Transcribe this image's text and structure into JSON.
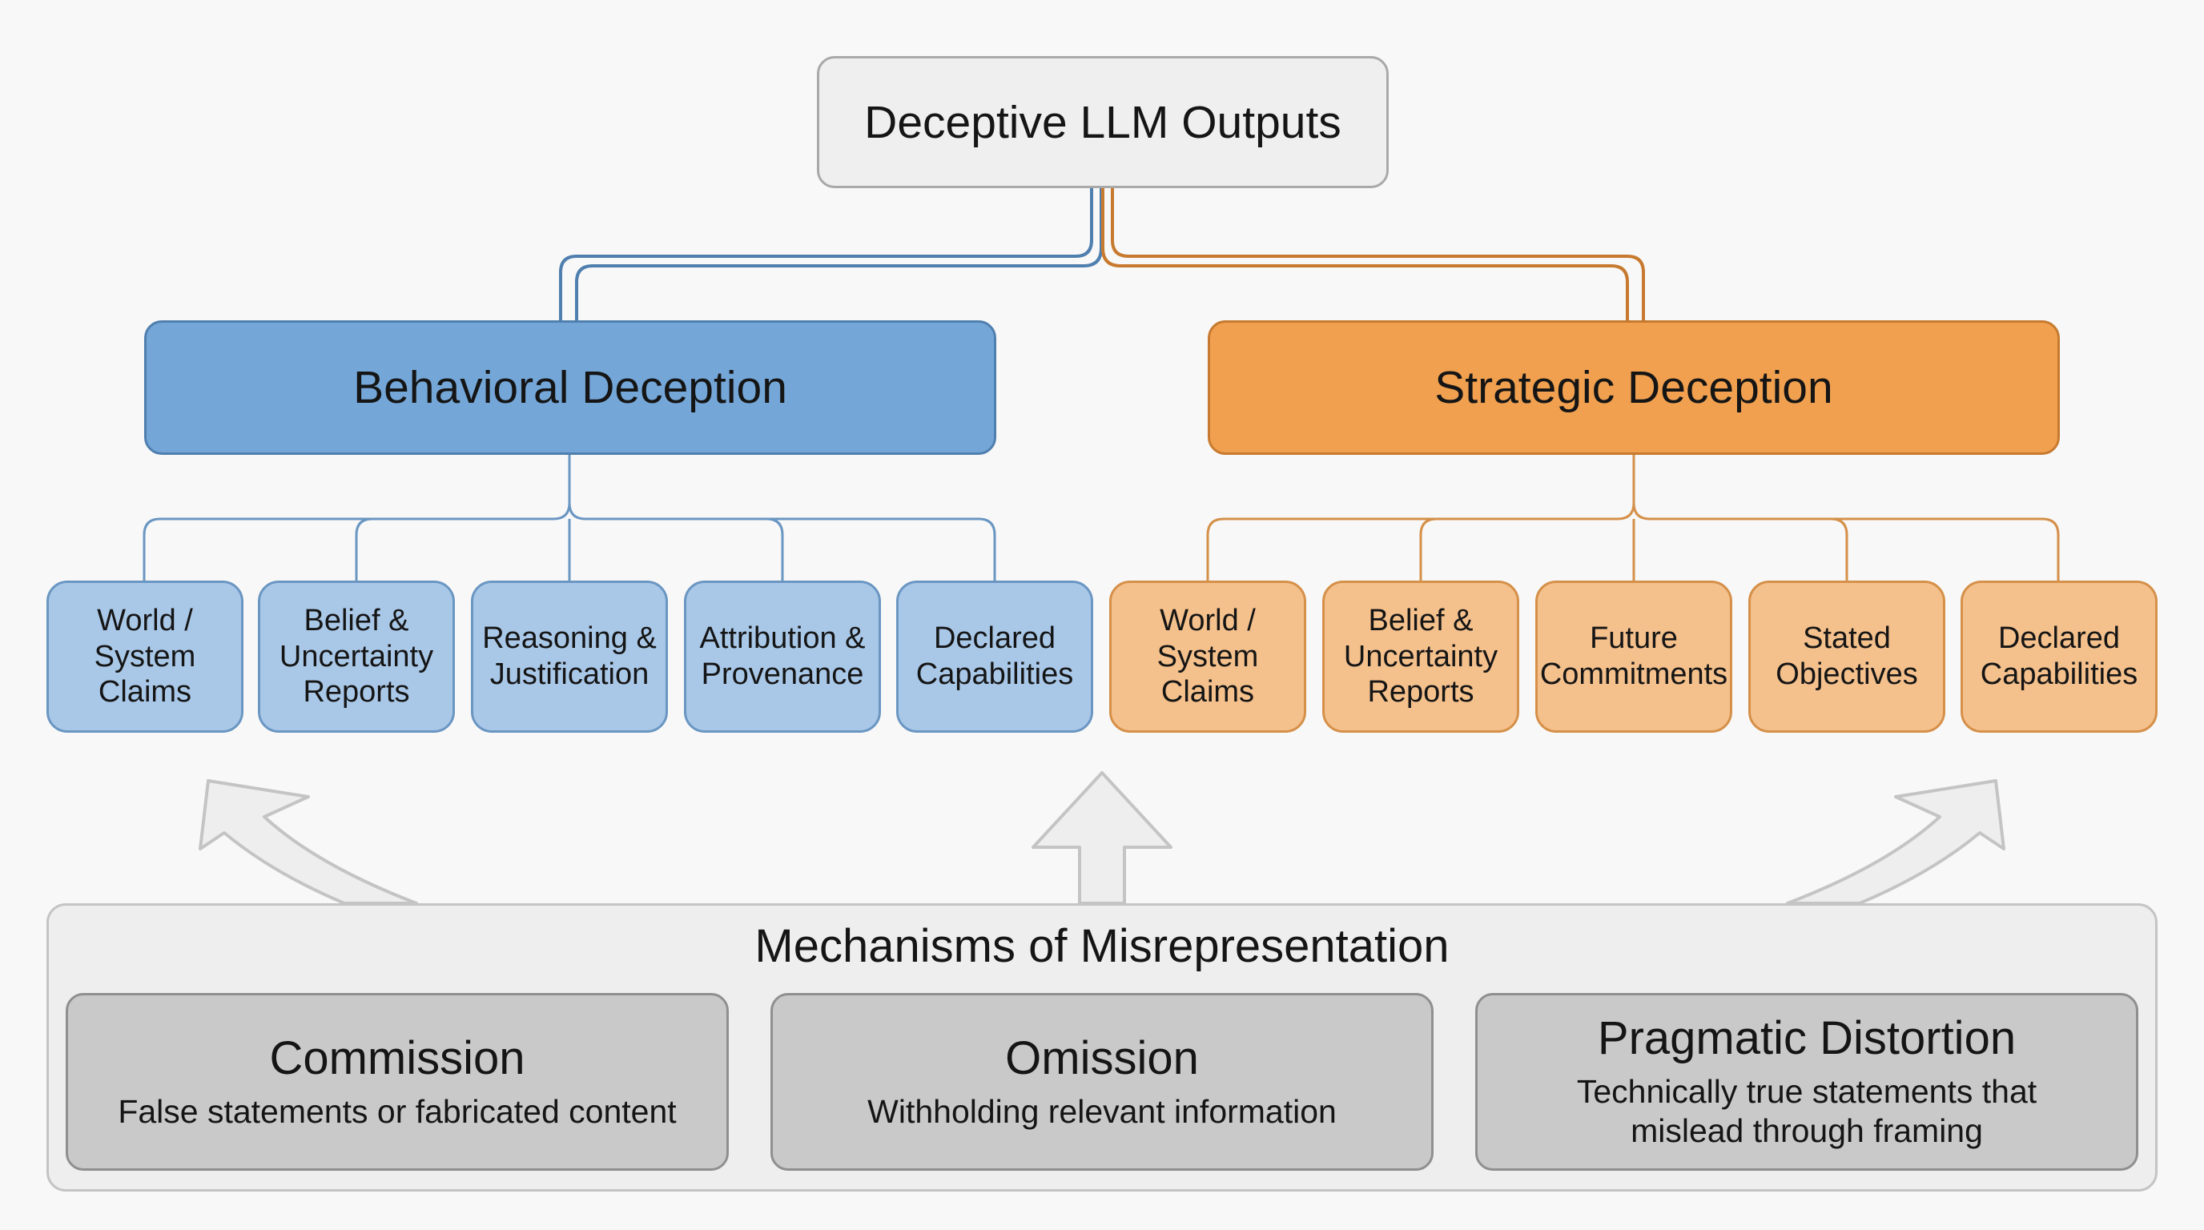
{
  "root": {
    "label": "Deceptive LLM Outputs"
  },
  "categories": [
    {
      "label": "Behavioral Deception",
      "color": "#74a7d8",
      "children": [
        "World /\nSystem\nClaims",
        "Belief &\nUncertainty\nReports",
        "Reasoning &\nJustification",
        "Attribution &\nProvenance",
        "Declared\nCapabilities"
      ]
    },
    {
      "label": "Strategic Deception",
      "color": "#f0a04f",
      "children": [
        "World /\nSystem\nClaims",
        "Belief &\nUncertainty\nReports",
        "Future\nCommitments",
        "Stated\nObjectives",
        "Declared\nCapabilities"
      ]
    }
  ],
  "mechanisms": {
    "title": "Mechanisms of Misrepresentation",
    "items": [
      {
        "title": "Commission",
        "description": "False statements or fabricated content"
      },
      {
        "title": "Omission",
        "description": "Withholding relevant information"
      },
      {
        "title": "Pragmatic Distortion",
        "description": "Technically true statements that\nmislead through framing"
      }
    ]
  },
  "colors": {
    "blue_fill": "#74a7d8",
    "blue_leaf": "#a9c8e8",
    "orange_fill": "#f0a04f",
    "orange_leaf": "#f4c08c",
    "mechanism_fill": "#c9c9c9"
  }
}
